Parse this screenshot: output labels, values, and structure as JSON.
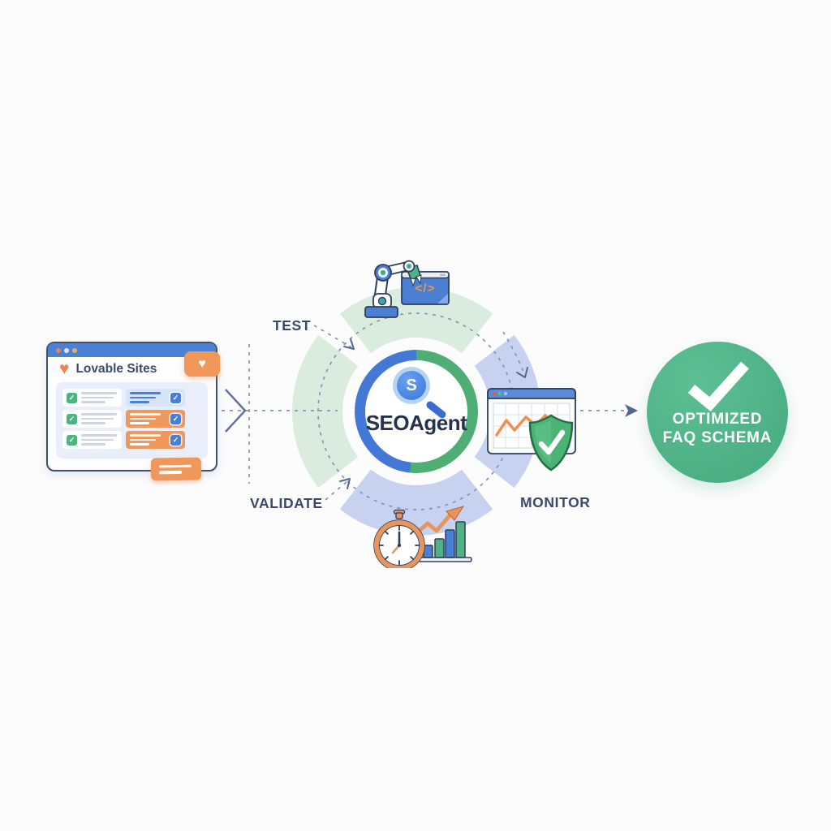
{
  "icons": {
    "heart": "♥",
    "check": "✓"
  },
  "source_window": {
    "title": "Lovable Sites"
  },
  "cycle": {
    "center_label": "SEOAgent",
    "magnifier_letter": "S",
    "code_glyph": "</>",
    "stages": [
      {
        "label": "TEST",
        "icon": "robot-arm-coding-icon"
      },
      {
        "label": "VALIDATE",
        "icon": "stopwatch-growth-chart-icon"
      },
      {
        "label": "MONITOR",
        "icon": "analytics-shield-icon"
      }
    ]
  },
  "result": {
    "line1": "OPTIMIZED",
    "line2": "FAQ SCHEMA"
  },
  "colors": {
    "background": "#fcfcfd",
    "ring_mint": "#d9ecde",
    "ring_periwinkle": "#c6d2f0",
    "progress_blue": "#4478d6",
    "progress_green": "#4fae73",
    "accent_orange": "#f0975c",
    "brand_blue": "#4a82d8",
    "navy_text": "#33425f",
    "success_green": "#4fb389",
    "dash_gray": "#8694b6"
  }
}
